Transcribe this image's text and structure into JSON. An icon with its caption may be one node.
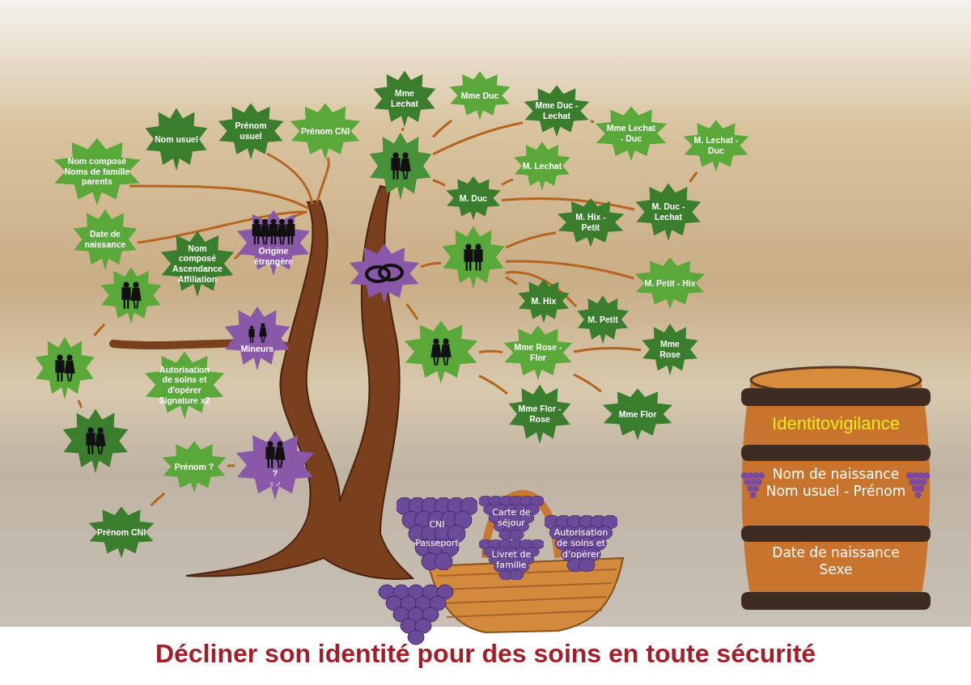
{
  "diagram": {
    "title": "Décliner son identité pour des soins en toute sécurité",
    "nodes": [
      {
        "text": [
          "Mme Lechat"
        ]
      },
      {
        "text": [
          "Mme Duc"
        ]
      },
      {
        "text": [
          "Mme Duc - Lechat"
        ]
      },
      {
        "text": [
          "Nom usuel"
        ]
      },
      {
        "text": [
          "Prénom usuel"
        ]
      },
      {
        "text": [
          "Prénom CNI"
        ]
      },
      {
        "text": [
          "Mme Lechat - Duc"
        ]
      },
      {
        "text": [],
        "shape": "picture"
      },
      {
        "text": [
          "Nom composé",
          "Noms de famille parents"
        ]
      },
      {
        "text": [
          "M. Lechat"
        ]
      },
      {
        "text": [
          "M. Lechat - Duc"
        ]
      },
      {
        "text": [
          "M. Duc"
        ]
      },
      {
        "text": [
          "M. Duc - Lechat"
        ]
      },
      {
        "text": [
          "M. Hix - Petit"
        ]
      },
      {
        "text": [
          "Date de naissance"
        ]
      },
      {
        "text": [
          "Nom composé",
          "Ascendance Affiliation"
        ]
      },
      {
        "text": [
          "Origine étrangère"
        ]
      },
      {
        "text": [],
        "shape": "picture"
      },
      {
        "text": [],
        "shape": "picture"
      },
      {
        "text": [
          "M. Hix"
        ]
      },
      {
        "text": [
          "M. Petit"
        ]
      },
      {
        "text": [
          "M. Petit - Hix"
        ]
      },
      {
        "text": [],
        "shape": "picture"
      },
      {
        "text": [
          "Mineurs"
        ]
      },
      {
        "text": [],
        "shape": "picture"
      },
      {
        "text": [],
        "shape": "picture"
      },
      {
        "text": [
          "Mme Rose - Flor"
        ]
      },
      {
        "text": [
          "Mme Rose"
        ]
      },
      {
        "text": [
          "Autorisation de soins et d'opérer",
          "Signature x2"
        ]
      },
      {
        "text": [],
        "shape": "picture"
      },
      {
        "text": [
          "Mme Flor - Rose"
        ]
      },
      {
        "text": [
          "Mme Flor"
        ]
      },
      {
        "text": [
          "Prénom ?"
        ]
      },
      {
        "text": [
          "?",
          "♀♂"
        ]
      },
      {
        "text": [
          "Prénom CNI"
        ]
      },
      {
        "text": [
          "Identitovigilance",
          "Nom de naissance",
          "Nom usuel - Prénom",
          "Date de naissance",
          "Sexe"
        ]
      },
      {
        "text": [
          "CNI",
          "Passeport"
        ]
      },
      {
        "text": [
          "Carte de séjour"
        ]
      },
      {
        "text": [
          "Livret de famille"
        ]
      },
      {
        "text": [
          "Autorisation de soins et d’opérer"
        ]
      }
    ],
    "edges": [
      {
        "from": 7,
        "to": 0,
        "arrow": "none"
      },
      {
        "from": 7,
        "to": 1,
        "arrow": "none"
      },
      {
        "from": 7,
        "to": 2,
        "arrow": "none"
      },
      {
        "from": 2,
        "to": 6,
        "arrow": "none"
      },
      {
        "from": 7,
        "to": 11,
        "arrow": "none"
      },
      {
        "from": 11,
        "to": 9,
        "arrow": "none"
      },
      {
        "from": 11,
        "to": 12,
        "arrow": "none"
      },
      {
        "from": 12,
        "to": 10,
        "arrow": "none"
      },
      {
        "from": 18,
        "to": 17,
        "arrow": "none"
      },
      {
        "from": 17,
        "to": 19,
        "arrow": "none"
      },
      {
        "from": 17,
        "to": 20,
        "arrow": "none"
      },
      {
        "from": 17,
        "to": 13,
        "arrow": "none"
      },
      {
        "from": 17,
        "to": 21,
        "arrow": "none"
      },
      {
        "from": 18,
        "to": 25,
        "arrow": "none"
      },
      {
        "from": 25,
        "to": 26,
        "arrow": "none"
      },
      {
        "from": 26,
        "to": 27,
        "arrow": "none"
      },
      {
        "from": 26,
        "to": 31,
        "arrow": "none"
      },
      {
        "from": 25,
        "to": 30,
        "arrow": "none"
      },
      {
        "from": 22,
        "to": 24,
        "arrow": "none"
      },
      {
        "from": 24,
        "to": 29,
        "arrow": "none"
      },
      {
        "from": 32,
        "to": 34,
        "arrow": "none"
      },
      {
        "from": 32,
        "to": 33,
        "arrow": "none"
      }
    ]
  }
}
